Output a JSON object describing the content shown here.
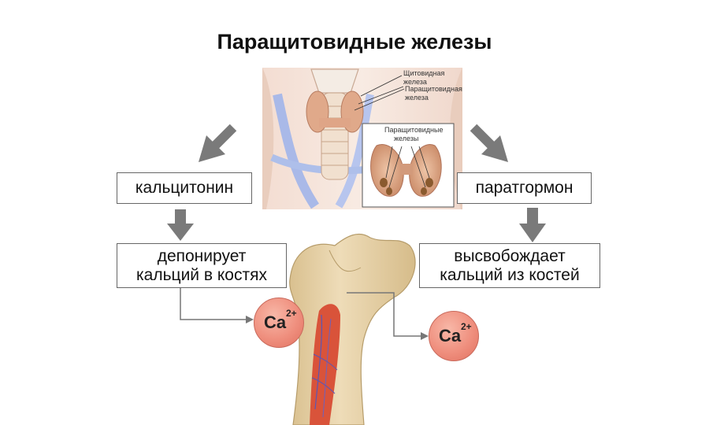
{
  "title": "Паращитовидные железы",
  "anatomy_labels": {
    "thyroid": [
      "Щитовидная",
      "железа"
    ],
    "parathyroid": [
      "Паращитовидная",
      "железа"
    ],
    "inset": [
      "Паращитовидные",
      "железы"
    ]
  },
  "left": {
    "hormone": "кальцитонин",
    "action_line1": "депонирует",
    "action_line2": "кальций в костях"
  },
  "right": {
    "hormone": "паратгормон",
    "action_line1": "высвобождает",
    "action_line2": "кальций из костей"
  },
  "ion_left": {
    "symbol": "Ca",
    "charge": "2+"
  },
  "ion_right": {
    "symbol": "Ca",
    "charge": "2+"
  },
  "colors": {
    "arrow": "#7a7a7a",
    "ion_fill": "#ef8f7e",
    "bone": "#e8d4ad",
    "marrow": "#d9533a",
    "box_border": "#666666"
  }
}
